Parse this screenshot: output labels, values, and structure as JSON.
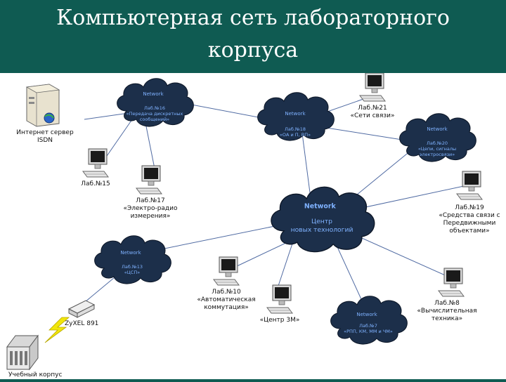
{
  "title": {
    "line1": "Компьютерная сеть лабораторного",
    "line2": "корпуса"
  },
  "colors": {
    "header_bg": "#0f5b52",
    "cloud_fill": "#1c2f4a",
    "cloud_label": "#7fb2ff",
    "link_line": "#4f6aa2"
  },
  "network_word": "Network",
  "clouds": [
    {
      "id": "c16",
      "line1": "Лаб.№16",
      "line2": "«Передача дискретных",
      "line3": "сообщений»"
    },
    {
      "id": "c18",
      "line1": "Лаб.№18",
      "line2": "«ОА и П, ВП»",
      "line3": ""
    },
    {
      "id": "c20",
      "line1": "Лаб.№20",
      "line2": "«Цепи, сигналы",
      "line3": "электросвязи»"
    },
    {
      "id": "cc",
      "line1": "Центр",
      "line2": "новых технологий",
      "line3": ""
    },
    {
      "id": "c13",
      "line1": "Лаб.№13",
      "line2": "«ЦСП»",
      "line3": ""
    },
    {
      "id": "c7",
      "line1": "Лаб.№7",
      "line2": "«РПП, КМ, ММ и ЧМ»",
      "line3": ""
    }
  ],
  "nodes": {
    "server": {
      "line1": "Интернет сервер",
      "line2": "ISDN"
    },
    "lab21": {
      "line1": "Лаб.№21",
      "line2": "«Сети связи»"
    },
    "lab15": {
      "line1": "Лаб.№15"
    },
    "lab17": {
      "line1": "Лаб.№17",
      "line2": "«Электро-радио",
      "line3": "измерения»"
    },
    "lab19": {
      "line1": "Лаб.№19",
      "line2": "«Средства связи с",
      "line3": "Передвижными",
      "line4": "объектами»"
    },
    "lab10": {
      "line1": "Лаб.№10",
      "line2": "«Автоматическая",
      "line3": "коммутация»"
    },
    "center3m": {
      "line1": "«Центр 3М»"
    },
    "lab8": {
      "line1": "Лаб.№8",
      "line2": "«Вычислительная",
      "line3": "техника»"
    },
    "zyxel": {
      "line1": "ZyXEL 891"
    },
    "building": {
      "line1": "Учебный корпус"
    }
  }
}
